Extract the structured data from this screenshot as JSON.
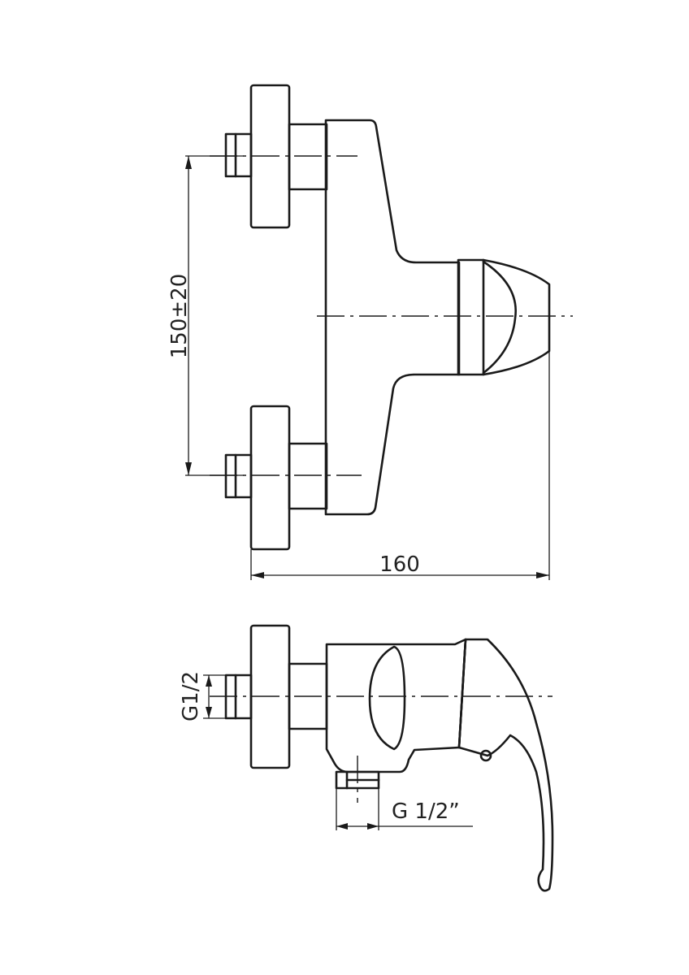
{
  "dimensions": {
    "inlet_spacing": "150±20",
    "overall_depth": "160",
    "inlet_thread": "G1/2",
    "outlet_thread": "G 1/2”"
  },
  "colors": {
    "line": "#1a1a1a",
    "background": "#ffffff"
  }
}
